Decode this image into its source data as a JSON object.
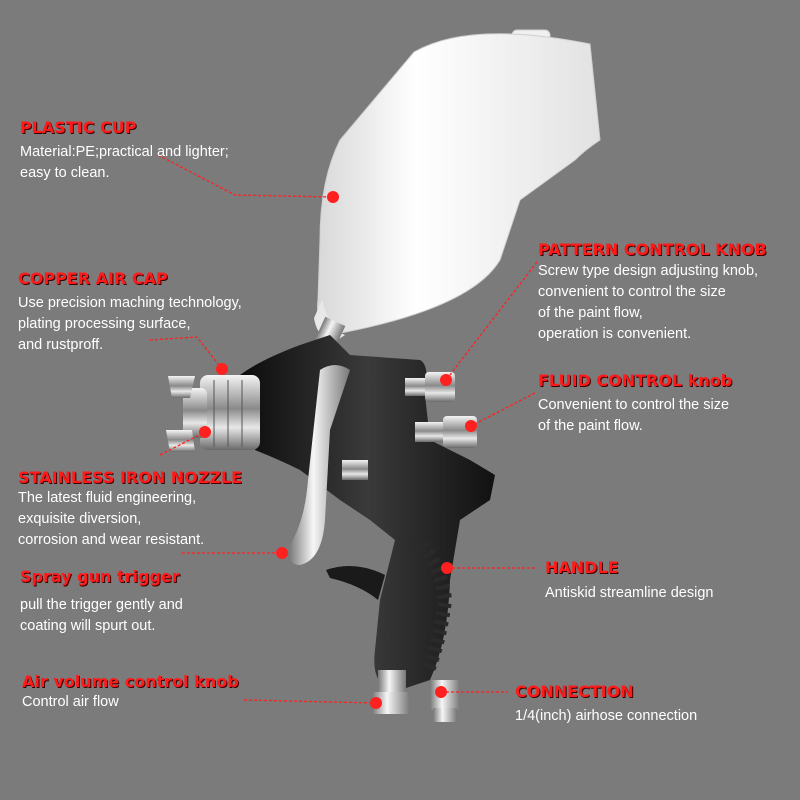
{
  "colors": {
    "background": "#7b7b7b",
    "title": "#ff1a1a",
    "text": "#ffffff",
    "pointer": "#ff2020"
  },
  "callouts": {
    "plastic_cup": {
      "title": "PLASTIC CUP",
      "lines": [
        "Material:PE;practical and lighter;",
        "easy to clean."
      ]
    },
    "copper_air_cap": {
      "title": "COPPER AIR CAP",
      "lines": [
        "Use precision maching technology,",
        "plating processing surface,",
        "and rustproff."
      ]
    },
    "stainless_nozzle": {
      "title": "STAINLESS IRON NOZZLE",
      "lines": [
        "The latest fluid engineering,",
        "exquisite diversion,",
        "corrosion and wear resistant."
      ]
    },
    "trigger": {
      "title": "Spray gun trigger",
      "lines": [
        "pull the trigger gently and",
        "coating will spurt out."
      ]
    },
    "air_volume": {
      "title": "Air volume control knob",
      "lines": [
        "Control air flow"
      ]
    },
    "pattern_knob": {
      "title": "PATTERN CONTROL KNOB",
      "lines": [
        "Screw type design adjusting knob,",
        "convenient to control the size",
        "of the paint flow,",
        "operation is convenient."
      ]
    },
    "fluid_knob": {
      "title": "FLUID CONTROL knob",
      "lines": [
        "Convenient to control the size",
        "of the paint flow."
      ]
    },
    "handle": {
      "title": "HANDLE",
      "lines": [
        "Antiskid streamline design"
      ]
    },
    "connection": {
      "title": "CONNECTION",
      "lines": [
        "1/4(inch) airhose connection"
      ]
    }
  }
}
